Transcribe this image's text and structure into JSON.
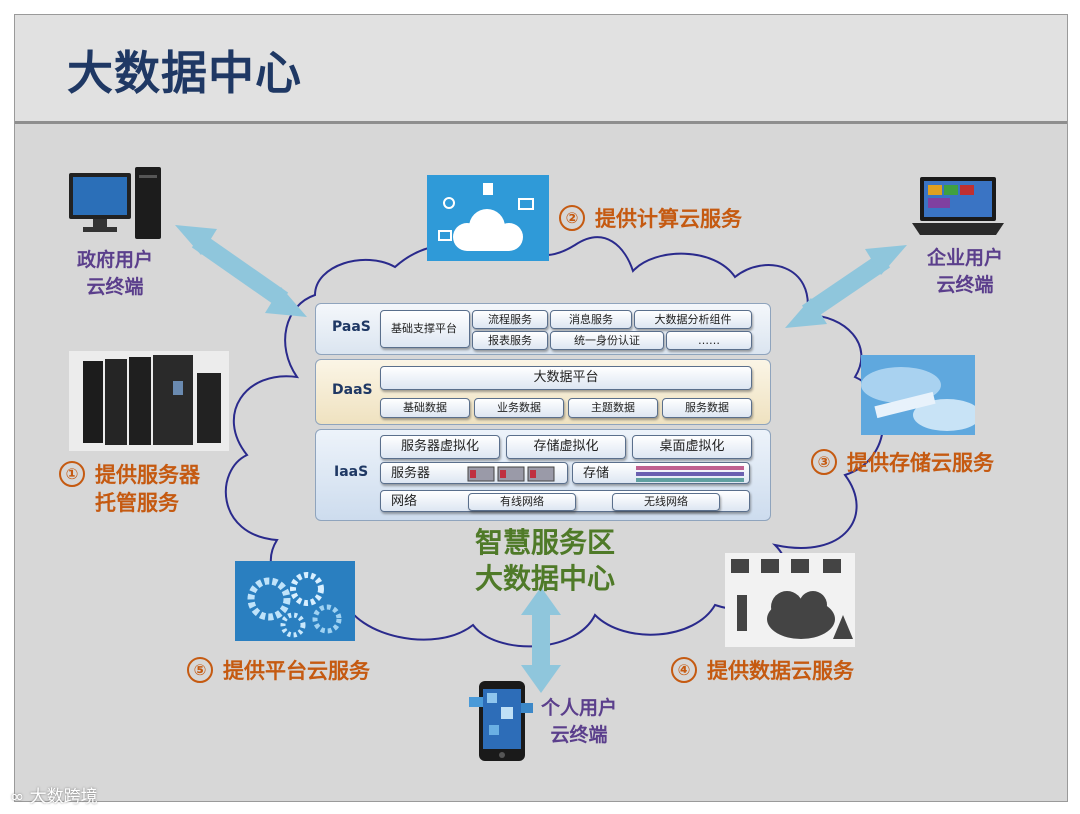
{
  "title": "大数据中心",
  "services": {
    "s1": {
      "num": "①",
      "line1": "提供服务器",
      "line2": "托管服务"
    },
    "s2": {
      "num": "②",
      "line1": "提供计算云服务"
    },
    "s3": {
      "num": "③",
      "line1": "提供存储云服务"
    },
    "s4": {
      "num": "④",
      "line1": "提供数据云服务"
    },
    "s5": {
      "num": "⑤",
      "line1": "提供平台云服务"
    }
  },
  "users": {
    "gov": {
      "line1": "政府用户",
      "line2": "云终端"
    },
    "ent": {
      "line1": "企业用户",
      "line2": "云终端"
    },
    "personal": {
      "line1": "个人用户",
      "line2": "云终端"
    }
  },
  "center": {
    "line1": "智慧服务区",
    "line2": "大数据中心"
  },
  "paas": {
    "name": "PaaS",
    "base": "基础支撑平台",
    "items": [
      "流程服务",
      "消息服务",
      "大数据分析组件",
      "报表服务",
      "统一身份认证",
      "……"
    ]
  },
  "daas": {
    "name": "DaaS",
    "platform": "大数据平台",
    "items": [
      "基础数据",
      "业务数据",
      "主题数据",
      "服务数据"
    ]
  },
  "iaas": {
    "name": "IaaS",
    "virt": [
      "服务器虚拟化",
      "存储虚拟化",
      "桌面虚拟化"
    ],
    "server": "服务器",
    "storage": "存储",
    "network": "网络",
    "wired": "有线网络",
    "wireless": "无线网络"
  },
  "watermark": "大数跨境",
  "colors": {
    "title": "#1f3864",
    "service": "#c55a11",
    "user": "#5b3f8c",
    "center": "#4f7a28",
    "cloud_outline": "#2a2a8c",
    "arrow": "#8fc6dc"
  },
  "icons": [
    "desktop-computer-icon",
    "laptop-icon",
    "server-rack-icon",
    "cloud-compute-icon",
    "storage-cloud-icon",
    "gears-icon",
    "data-cloud-icon",
    "smartphone-icon"
  ]
}
